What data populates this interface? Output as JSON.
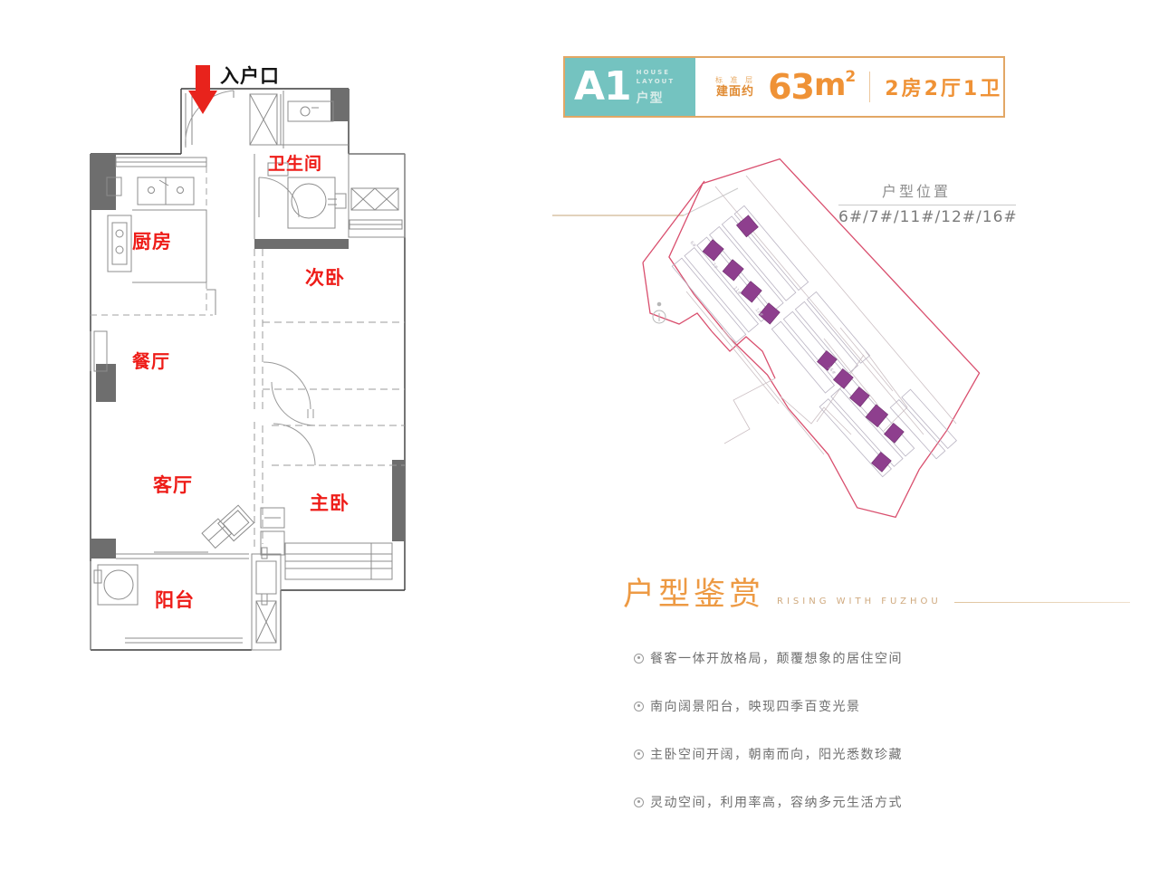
{
  "unit": {
    "code": "A1",
    "en_line1": "HOUSE",
    "en_line2": "LAYOUT",
    "cn_suffix": "户型",
    "area_tiny_label": "标 准 层",
    "area_prefix": "建面约",
    "area_value": "63",
    "area_unit": "m",
    "area_superscript": "2",
    "rooms": "2房2厅1卫"
  },
  "floorplan": {
    "entry_label": "入户口",
    "rooms": {
      "bathroom": "卫生间",
      "kitchen": "厨房",
      "second_bedroom": "次卧",
      "dining": "餐厅",
      "living": "客厅",
      "master_bedroom": "主卧",
      "balcony": "阳台"
    }
  },
  "sitemap": {
    "title": "户型位置",
    "buildings": "6#/7#/11#/12#/16#"
  },
  "features": {
    "title": "户型鉴赏",
    "subtitle": "RISING WITH FUZHOU",
    "items": [
      "餐客一体开放格局，颠覆想象的居住空间",
      "南向阔景阳台，映现四季百变光景",
      "主卧空间开阔，朝南而向，阳光悉数珍藏",
      "灵动空间，利用率高，容纳多元生活方式"
    ]
  },
  "colors": {
    "badge_teal": "#74c3c0",
    "accent_orange": "#ef9236",
    "room_label_red": "#ee1c18",
    "border_tan": "#e2a765",
    "sitemap_boundary": "#d94f6e",
    "sitemap_highlight": "#8e3f8e"
  }
}
